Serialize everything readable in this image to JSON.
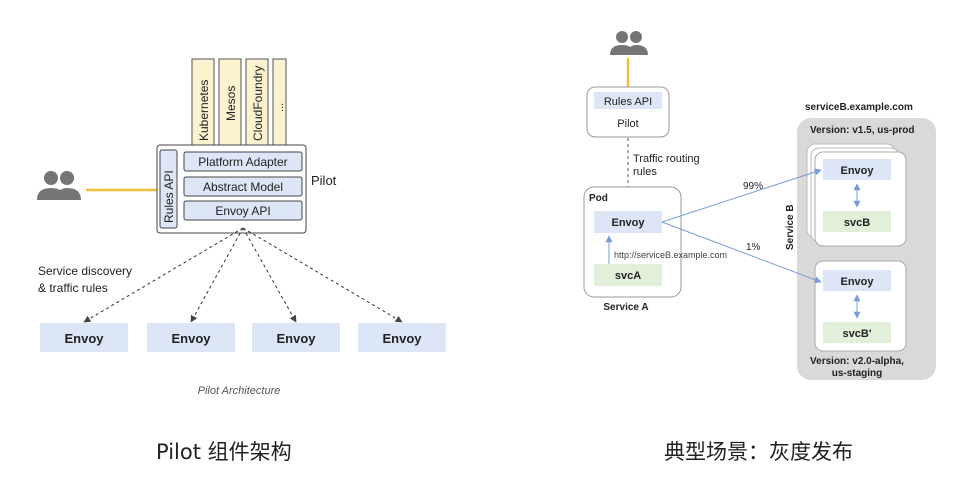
{
  "left": {
    "platforms": [
      "Kubernetes",
      "Mesos",
      "CloudFoundry",
      "..."
    ],
    "rules_api": "Rules API",
    "platform_adapter": "Platform Adapter",
    "abstract_model": "Abstract Model",
    "envoy_api": "Envoy API",
    "pilot": "Pilot",
    "service_discovery_line1": "Service discovery",
    "service_discovery_line2": "& traffic rules",
    "envoys": [
      "Envoy",
      "Envoy",
      "Envoy",
      "Envoy"
    ],
    "figure_caption": "Pilot Architecture",
    "caption": "Pilot 组件架构",
    "user_icon": "users-icon"
  },
  "right": {
    "rules_api": "Rules API",
    "pilot": "Pilot",
    "routing_line1": "Traffic routing",
    "routing_line2": "rules",
    "pod": "Pod",
    "envoy_a": "Envoy",
    "url": "http://serviceB.example.com",
    "svc_a": "svcA",
    "service_a": "Service A",
    "percent_99": "99%",
    "percent_1": "1%",
    "service_b_host": "serviceB.example.com",
    "version_prod": "Version: v1.5, us-prod",
    "service_b": "Service B",
    "envoy_b1": "Envoy",
    "svc_b": "svcB",
    "envoy_b2": "Envoy",
    "svc_b2": "svcB'",
    "version_staging_line1": "Version: v2.0-alpha,",
    "version_staging_line2": "us-staging",
    "caption": "典型场景：灰度发布",
    "user_icon": "users-icon"
  },
  "colors": {
    "box_blue": "#dce6f7",
    "box_green": "#e2f0d9",
    "platform_yellow": "#fbf2d0",
    "connector_yellow": "#f2c037",
    "gray_panel": "#d9d9d9",
    "arrow_blue": "#7a9cd6",
    "icon_gray": "#757575"
  }
}
